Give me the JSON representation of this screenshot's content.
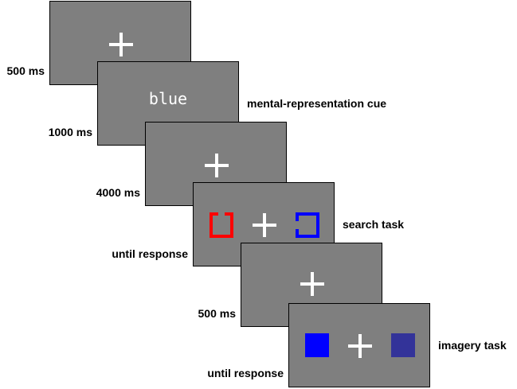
{
  "frames": [
    {
      "duration": "500 ms"
    },
    {
      "duration": "1000 ms",
      "cue_word": "blue",
      "side_label": "mental-representation cue"
    },
    {
      "duration": "4000 ms"
    },
    {
      "duration": "until response",
      "side_label": "search task"
    },
    {
      "duration": "500 ms"
    },
    {
      "duration": "until response",
      "side_label": "imagery task"
    }
  ],
  "colors": {
    "frame_fill": "#7f7f7f",
    "search_left": "#ff0000",
    "search_right": "#0000ff",
    "imagery_left": "#0000ff",
    "imagery_right": "#333399"
  },
  "icons": {
    "fixation": "fixation-cross-icon",
    "search_left": "bracket-square-red-icon",
    "search_right": "bracket-square-blue-icon"
  }
}
